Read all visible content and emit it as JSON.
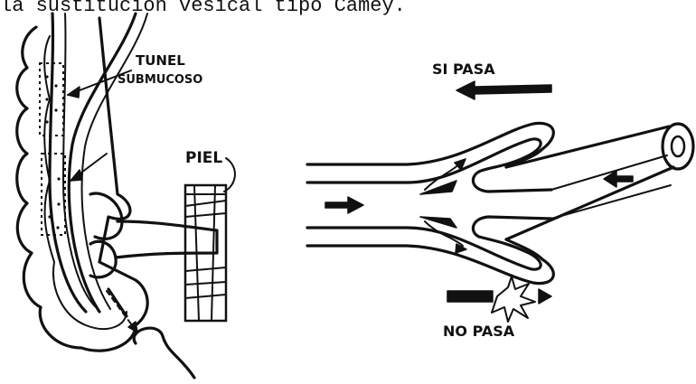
{
  "caption": "la sustitucion vesical tipo Camey.",
  "labels": {
    "tunel_line1": "TUNEL",
    "tunel_line2": "SUBMUCOSO",
    "piel": "PIEL",
    "si_pasa": "SI PASA",
    "no_pasa": "NO PASA"
  },
  "icons": {
    "left_figure": "neobladder-ureter-implant-sketch",
    "right_figure": "antireflux-valve-sketch",
    "flow_arrow": "arrow-icon",
    "blocked_flow": "burst-icon"
  }
}
